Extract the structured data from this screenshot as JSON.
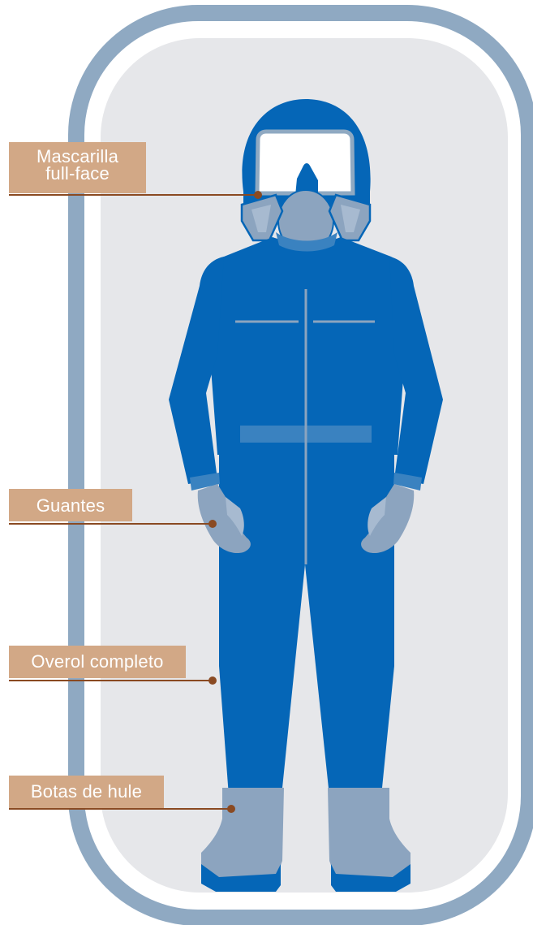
{
  "colors": {
    "frame": "#8fa9c2",
    "panel": "#e6e7ea",
    "suit": "#0566b7",
    "suit_detail": "#3a82c0",
    "gear_grey": "#8ca4bf",
    "label_bg": "#d2a886",
    "leader_line": "#8a4a22"
  },
  "labels": {
    "mask": {
      "line1": "Mascarilla",
      "line2": "full-face"
    },
    "gloves": "Guantes",
    "overall": "Overol completo",
    "boots": "Botas de hule"
  }
}
